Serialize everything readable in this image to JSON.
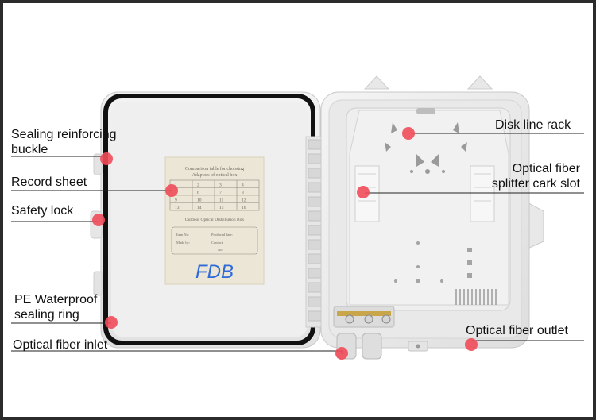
{
  "labels": {
    "sealing_buckle": [
      "Sealing reinforcing",
      "buckle"
    ],
    "record_sheet": "Record sheet",
    "safety_lock": "Safety lock",
    "waterproof_ring": [
      "PE Waterproof",
      "sealing ring"
    ],
    "fiber_inlet": "Optical fiber inlet",
    "disk_line_rack": "Disk line rack",
    "splitter_slot": [
      "Optical fiber",
      "splitter cark slot"
    ],
    "fiber_outlet": "Optical fiber outlet"
  },
  "sheet": {
    "title_line1": "Comparison table for choosing",
    "title_line2": "Adaptors of optical box",
    "grid": [
      "1",
      "2",
      "3",
      "4",
      "5",
      "6",
      "7",
      "8",
      "9",
      "10",
      "11",
      "12",
      "13",
      "14",
      "15",
      "16"
    ],
    "subtitle": "Outdoor Optical Distribution Box",
    "item_no": "Item No:",
    "produced_date": "Produced date:",
    "made_by": "Made by:",
    "contact": "Contact:",
    "no": "No:",
    "brand": "FDB"
  },
  "colors": {
    "marker": "#ef4d5a",
    "brand_text": "#2f6bd8",
    "sheet_bg": "#ece6d6"
  }
}
